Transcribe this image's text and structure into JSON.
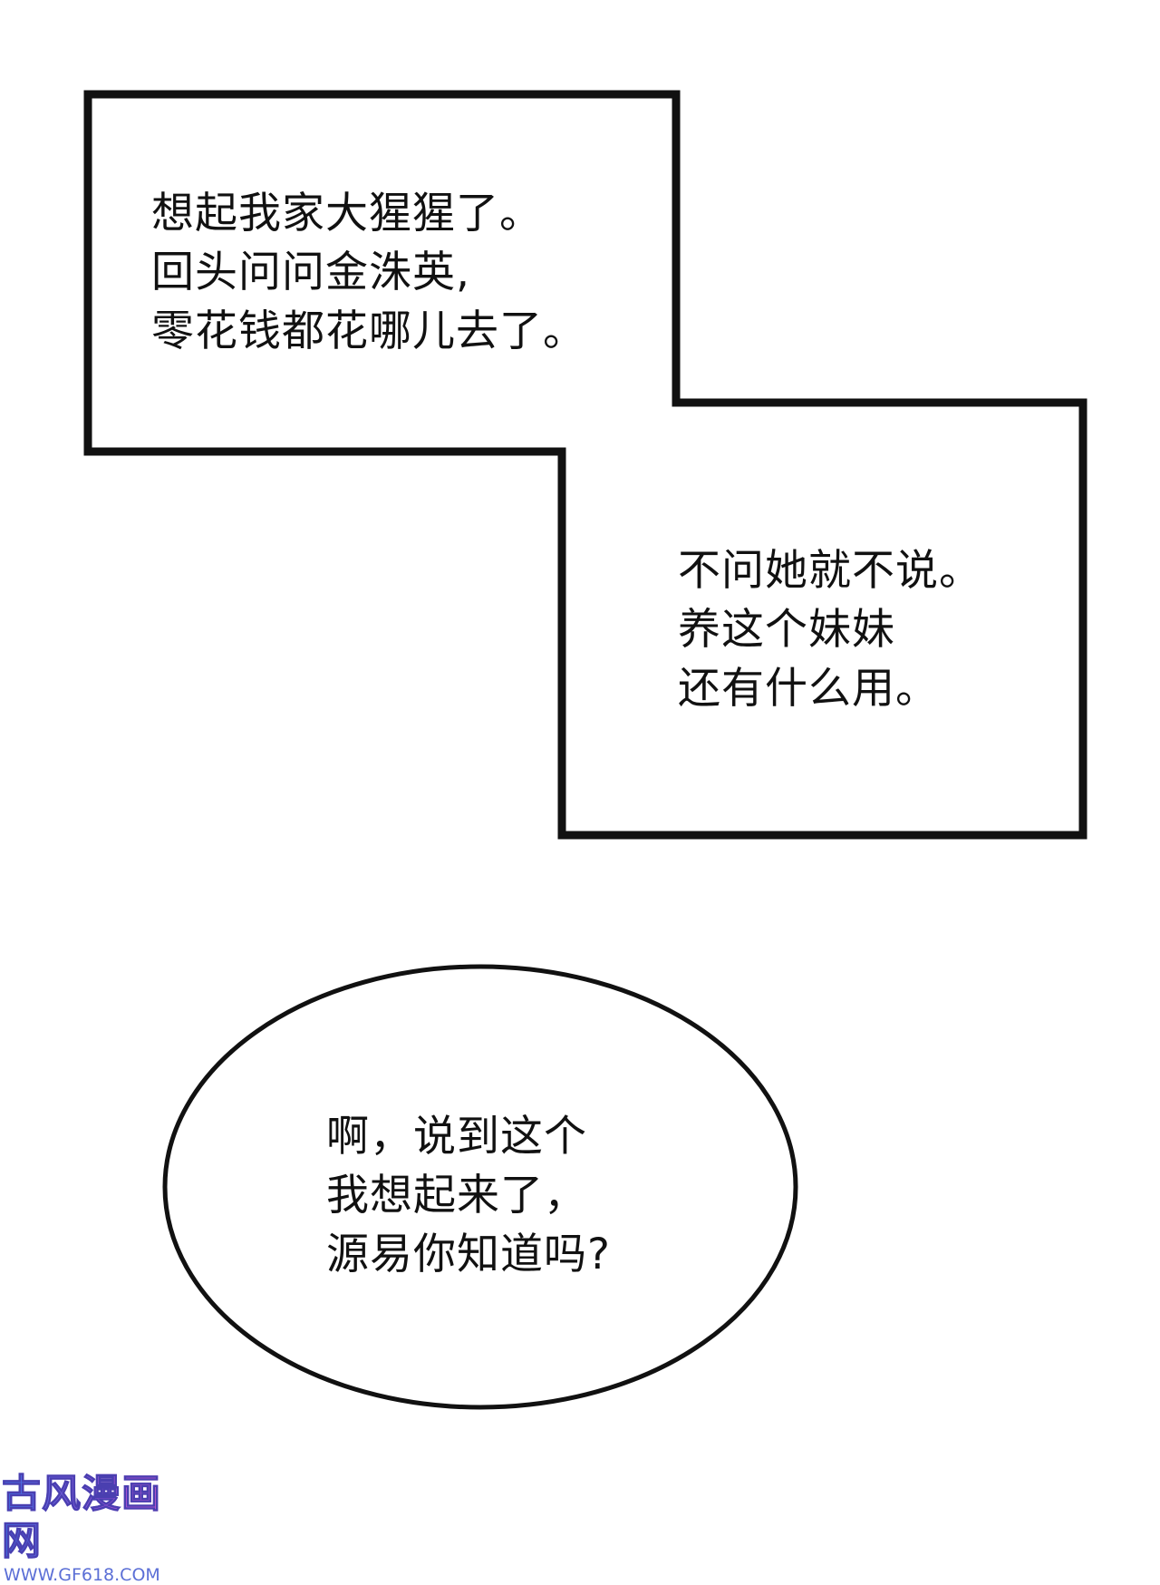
{
  "captions": {
    "box_one": {
      "lines": [
        "想起我家大猩猩了。",
        "回头问问金洙英,",
        "零花钱都花哪儿去了。"
      ]
    },
    "box_two": {
      "lines": [
        "不问她就不说。",
        "养这个妹妹",
        "还有什么用。"
      ]
    },
    "bubble": {
      "lines": [
        "啊，说到这个",
        "我想起来了，",
        "源易你知道吗?"
      ]
    }
  },
  "watermark": {
    "logo_text": "古风漫画网",
    "url": "WWW.GF618.COM"
  },
  "colors": {
    "background": "#ffffff",
    "line_art": "#111111",
    "watermark_start": "#3a6fe0",
    "watermark_end": "#e05cc8"
  }
}
